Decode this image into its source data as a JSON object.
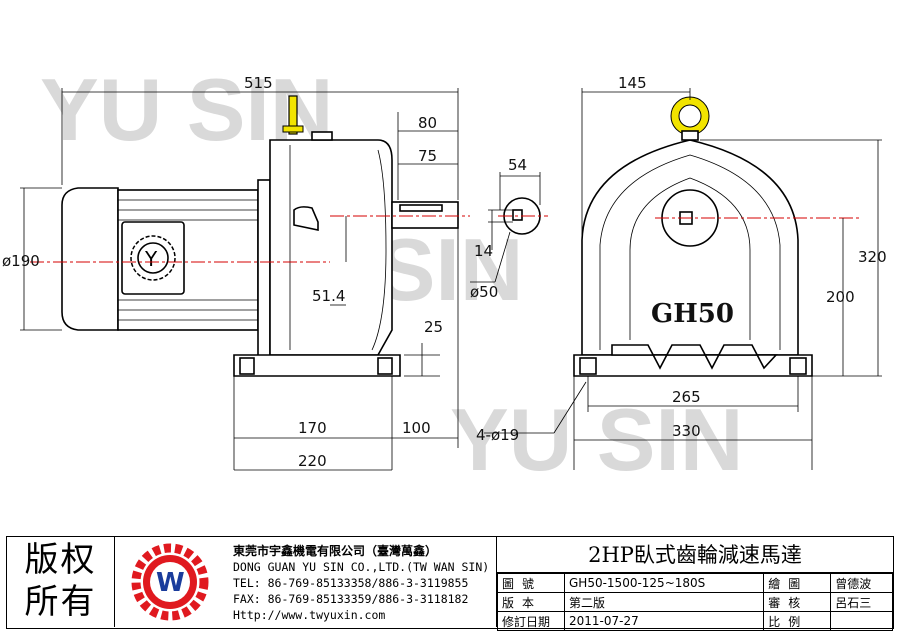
{
  "watermark": {
    "text": "YU SIN"
  },
  "dimensions": {
    "overall_length": "515",
    "shaft_length_80": "80",
    "shaft_length_75": "75",
    "motor_diameter": "ø190",
    "shaft_height_offset": "51.4",
    "foot_height": "25",
    "foot_span_170": "170",
    "foot_to_end_100": "100",
    "base_length_220": "220",
    "key_width_54": "54",
    "key_depth_14": "14",
    "shaft_diameter": "ø50",
    "mount_holes": "4-ø19",
    "width_145": "145",
    "height_320": "320",
    "shaft_center_200": "200",
    "hole_span_265": "265",
    "base_width_330": "330"
  },
  "gear_label": "GH50",
  "copyright_text": {
    "line1": "版权",
    "line2": "所有"
  },
  "logo_letter": "W",
  "company": {
    "name_cn": "東莞市宇鑫機電有限公司（臺灣萬鑫）",
    "name_en": "DONG GUAN YU SIN CO.,LTD.(TW WAN SIN)",
    "tel": "TEL: 86-769-85133358/886-3-3119855",
    "fax": "FAX: 86-769-85133359/886-3-3118182",
    "web": "Http://www.twyuxin.com"
  },
  "product_title": "2HP臥式齒輪減速馬達",
  "info": {
    "drawing_no_label": "圖號",
    "drawing_no": "GH50-1500-125~180S",
    "drawn_label": "繪圖",
    "drawn_by": "曾德波",
    "version_label": "版本",
    "version": "第二版",
    "review_label": "審核",
    "reviewer": "呂石三",
    "revised_label": "修訂日期",
    "revised_date": "2011-07-27",
    "scale_label": "比例",
    "scale": ""
  },
  "colors": {
    "centerline": "#d40000",
    "eyebolt": "#f2e400",
    "logo_red": "#e0191f",
    "logo_blue": "#1a3c9c"
  }
}
